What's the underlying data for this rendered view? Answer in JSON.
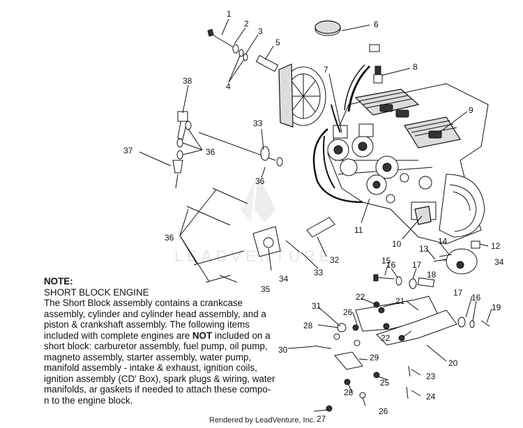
{
  "callouts": {
    "c1": "1",
    "c2": "2",
    "c3": "3",
    "c4": "4",
    "c5": "5",
    "c6": "6",
    "c7": "7",
    "c8": "8",
    "c9": "9",
    "c10": "10",
    "c11": "11",
    "c12": "12",
    "c13": "13",
    "c14": "14",
    "c15": "15",
    "c16a": "16",
    "c16b": "16",
    "c17a": "17",
    "c17b": "17",
    "c18": "18",
    "c19": "19",
    "c20": "20",
    "c21": "21",
    "c22a": "22",
    "c22b": "22",
    "c23": "23",
    "c24": "24",
    "c25": "25",
    "c26a": "26",
    "c26b": "26",
    "c27": "27",
    "c28a": "28",
    "c28b": "28",
    "c29": "29",
    "c30": "30",
    "c31": "31",
    "c32": "32",
    "c33a": "33",
    "c33b": "33",
    "c34a": "34",
    "c34b": "34",
    "c35": "35",
    "c36a": "36",
    "c36b": "36",
    "c36c": "36",
    "c37": "37",
    "c38": "38"
  },
  "note": {
    "heading": "NOTE:",
    "subheading": "SHORT BLOCK ENGINE",
    "body_plain": "The Short Block assembly contains a crankcase assembly, cylinder and cylinder head assembly, and a piston & crankshaft assembly.  The following items included with complete engines are ",
    "body_bold": "NOT",
    "body_rest": " included on a short block:  carburetor assembly, fuel pump, oil pump, magneto assembly, starter assembly, water pump, manifold assembly - intake & exhaust, ignition coils, ignition assembly (CD' Box), spark plugs & wiring, water manifolds, ar   gaskets if needed to attach these compo- n    to the engine block."
  },
  "watermark": "LEADVENTURE",
  "footer": "Rendered by LeadVenture, Inc."
}
